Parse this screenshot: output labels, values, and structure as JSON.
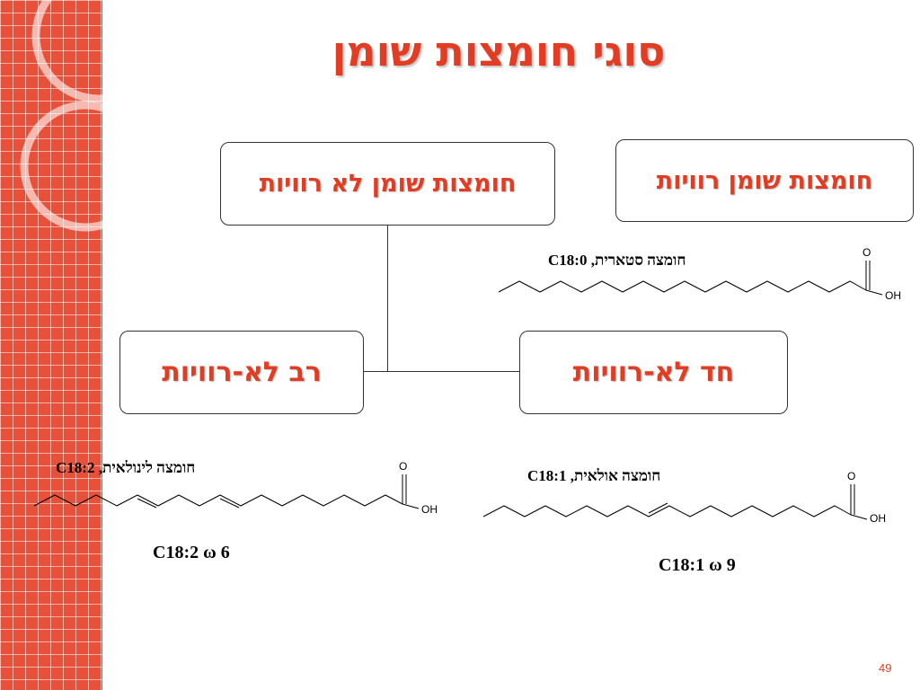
{
  "title": "סוגי חומצות שומן",
  "boxes": {
    "unsaturated": "חומצות שומן לא רוויות",
    "saturated": "חומצות שומן רוויות",
    "poly": "רב לא-רוויות",
    "mono": "חד לא-רוויות"
  },
  "molecules": {
    "stearic": {
      "label": "חומצה סטארית, C18:0",
      "o": "O",
      "oh": "OH"
    },
    "linoleic": {
      "label": "חומצה לינולאית, C18:2",
      "o": "O",
      "oh": "OH",
      "omega": "C18:2 ω 6"
    },
    "oleic": {
      "label": "חומצה אולאית, C18:1",
      "o": "O",
      "oh": "OH",
      "omega": "C18:1 ω 9"
    }
  },
  "page_number": "49"
}
